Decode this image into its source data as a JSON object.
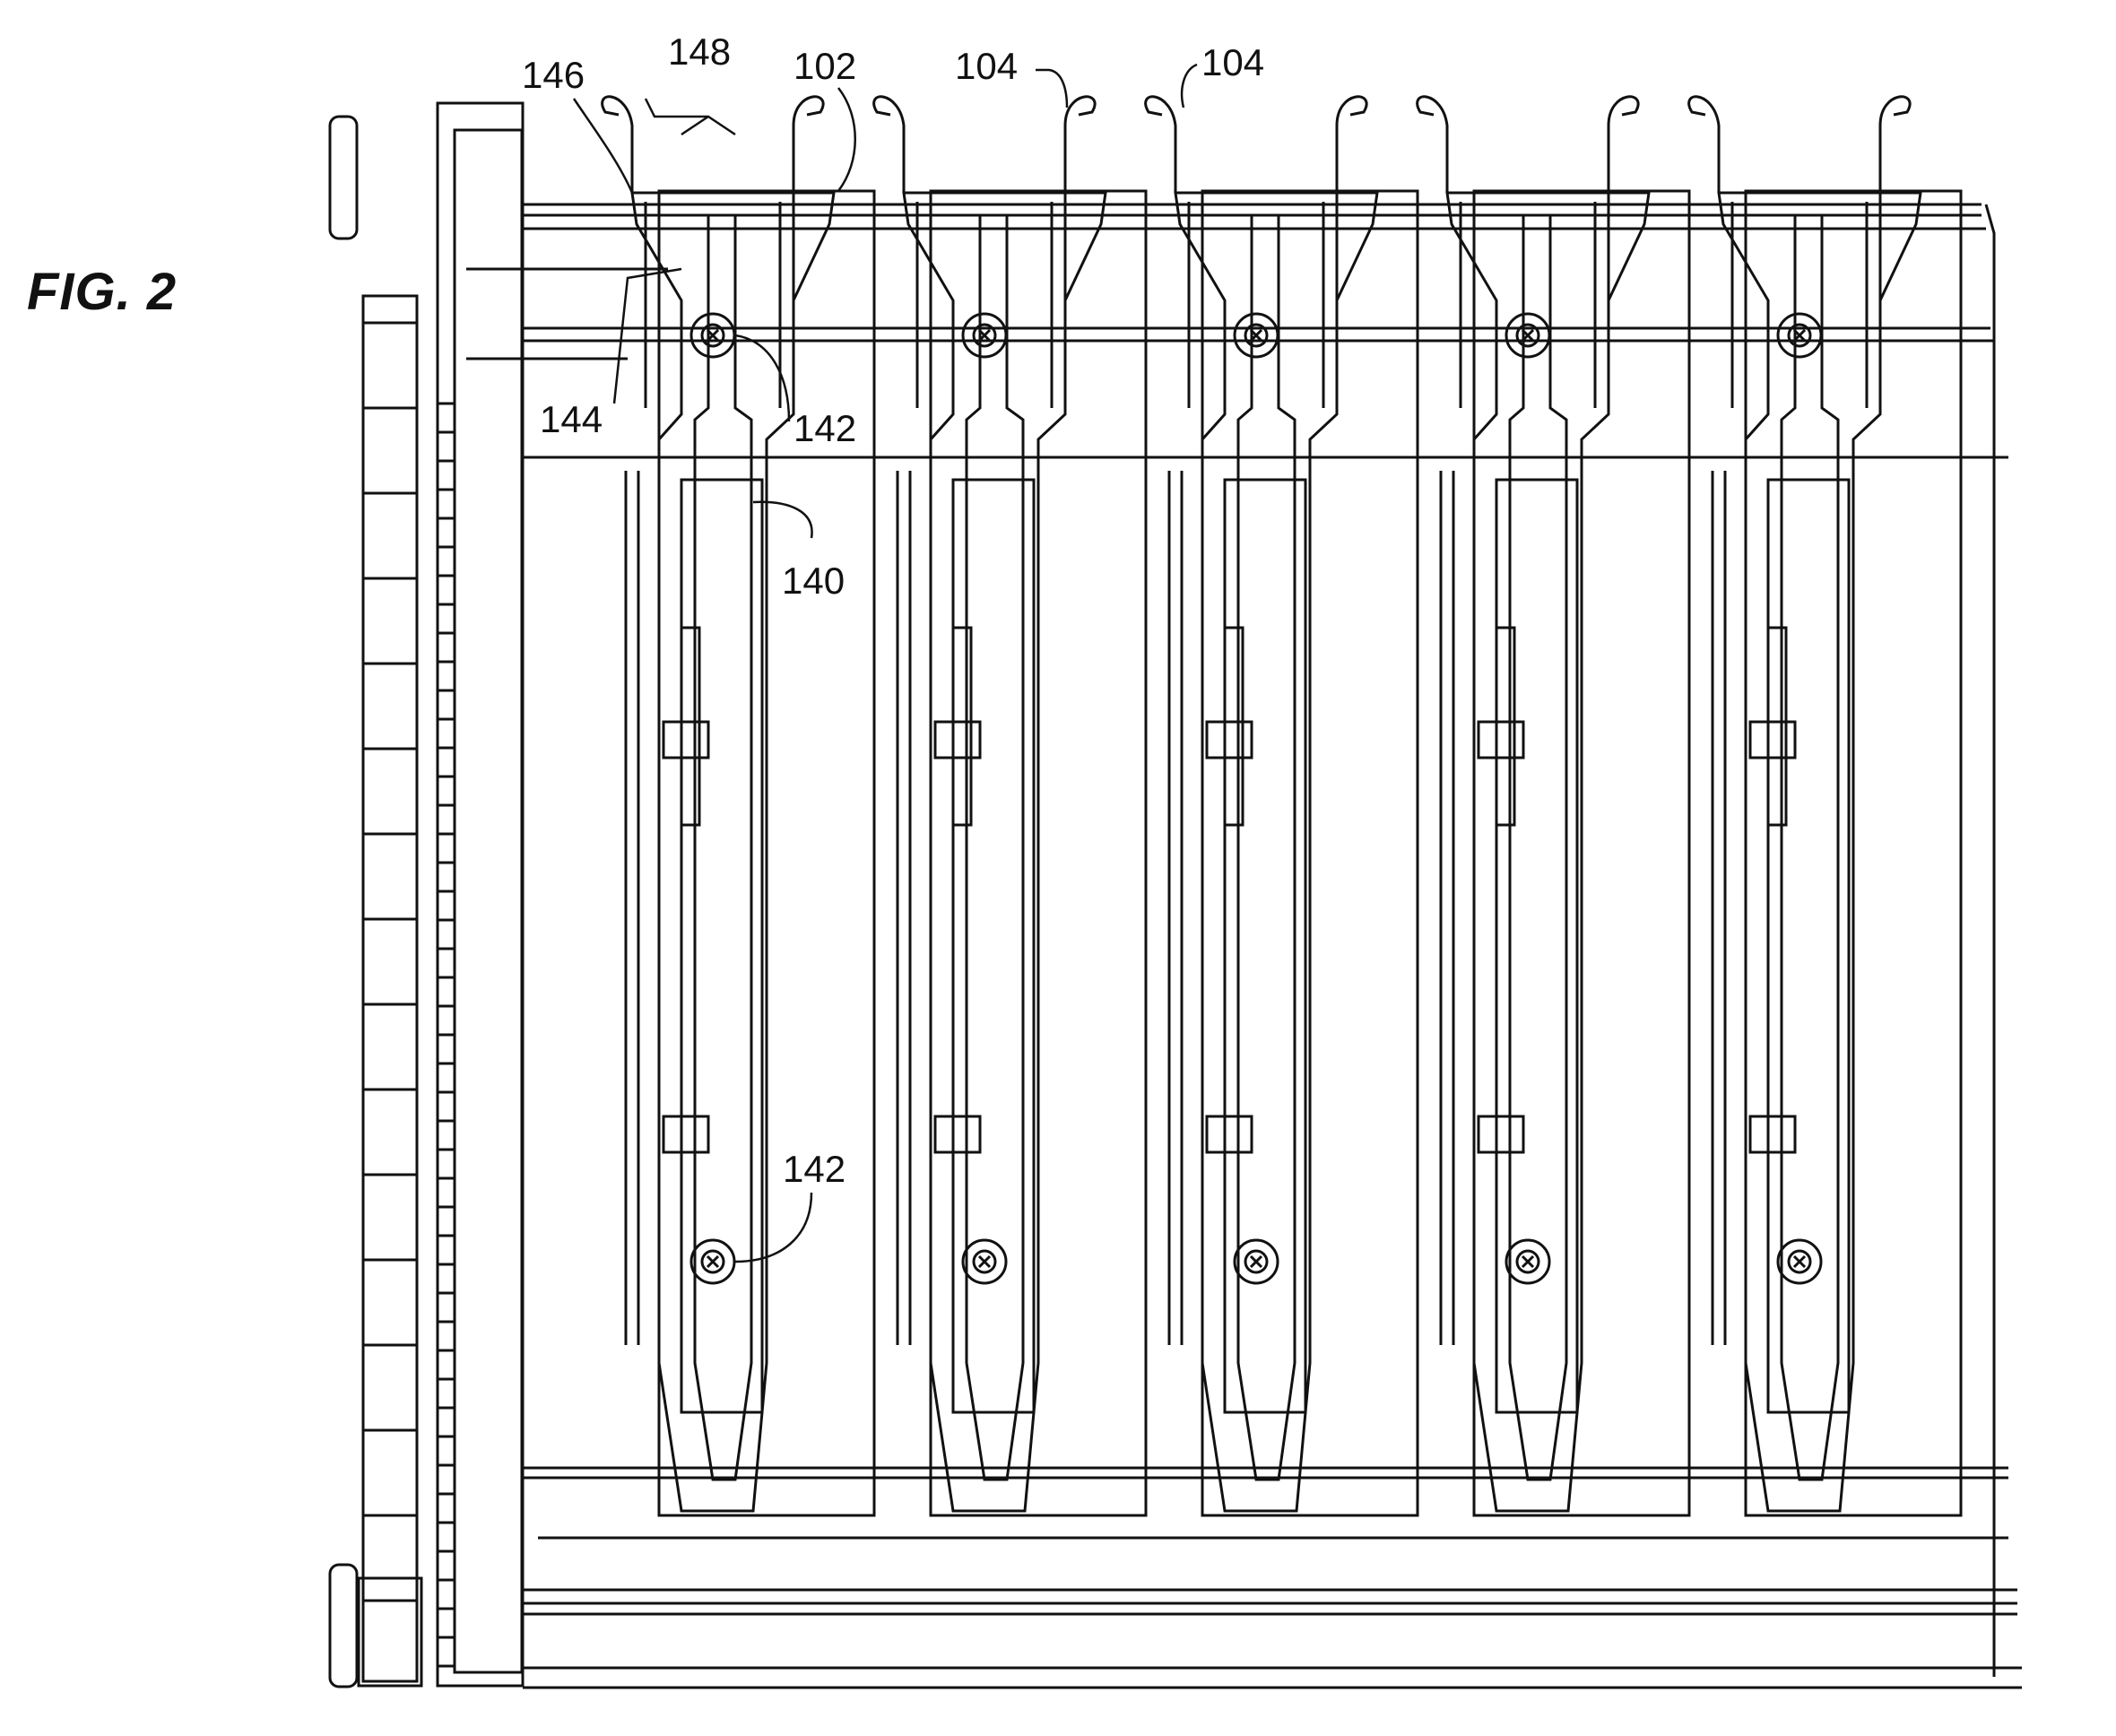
{
  "figure": {
    "title": "FIG. 2"
  },
  "labels": {
    "l146": "146",
    "l148": "148",
    "l102": "102",
    "l104a": "104",
    "l104b": "104",
    "l144": "144",
    "l142a": "142",
    "l140": "140",
    "l142b": "142"
  },
  "drawing": {
    "line_color": "#111111",
    "background": "#ffffff",
    "module_count": 5
  }
}
